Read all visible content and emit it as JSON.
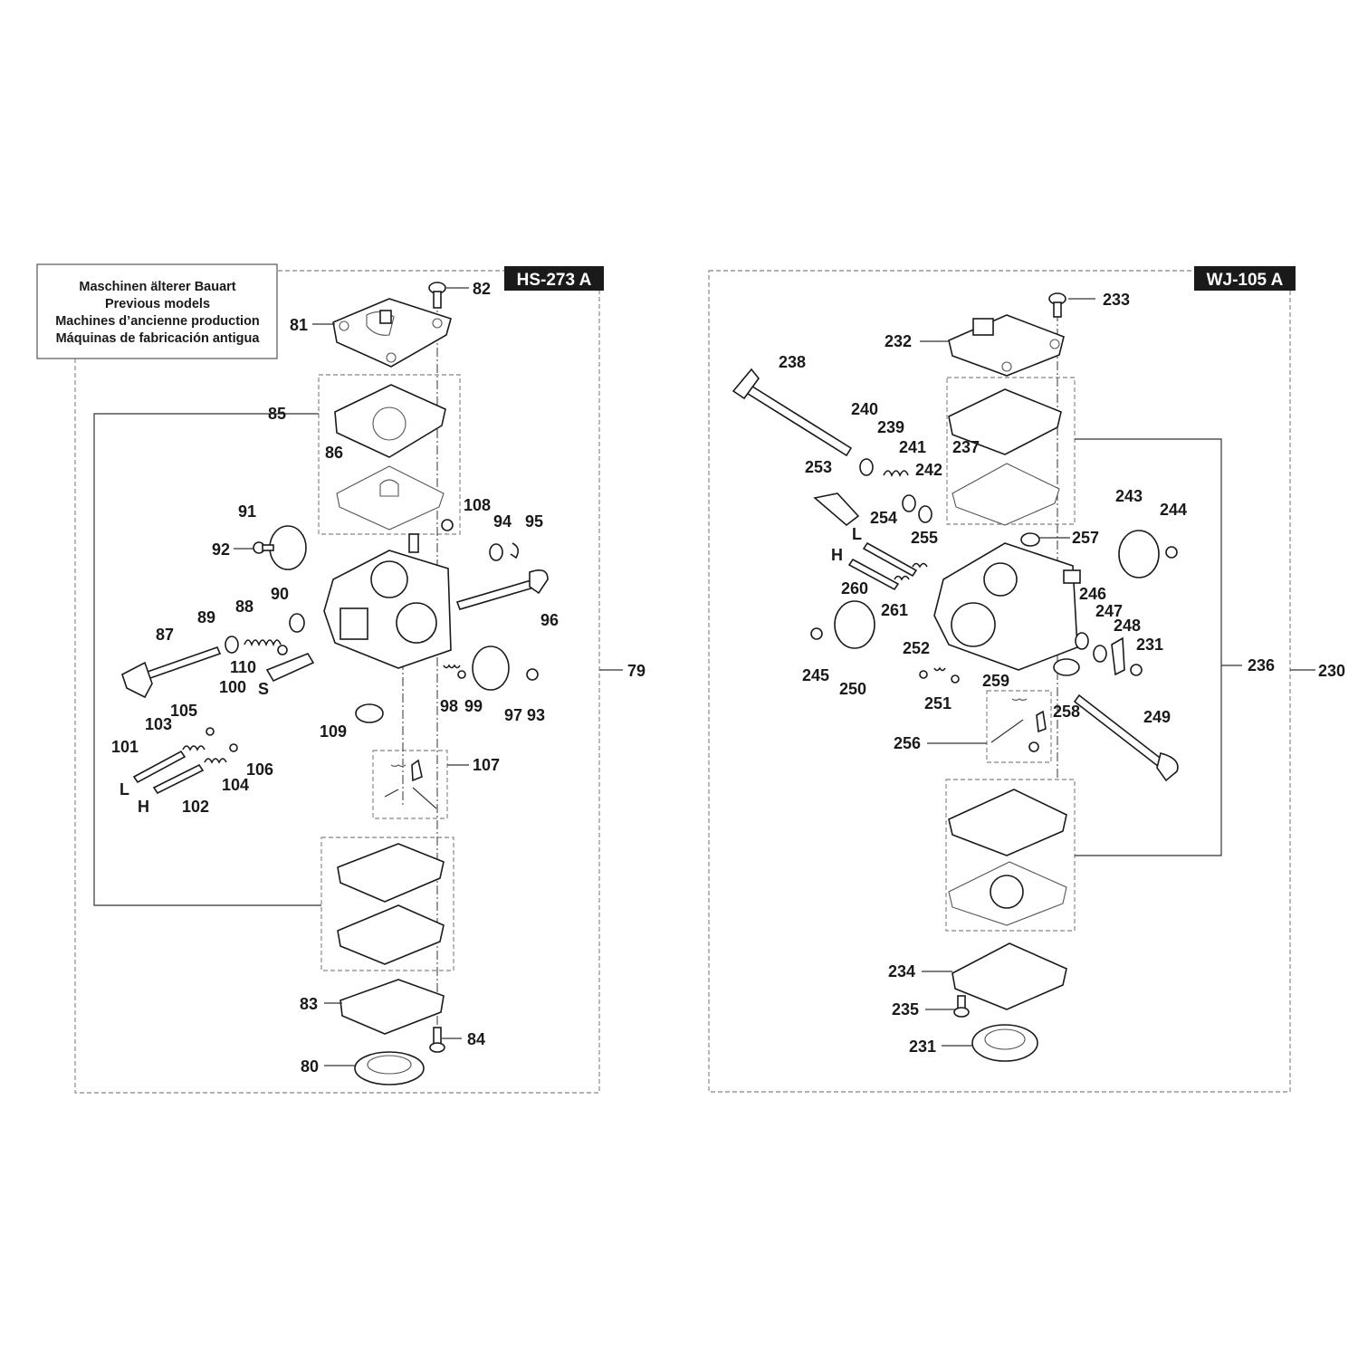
{
  "note": {
    "lines": [
      "Maschinen älterer Bauart",
      "Previous models",
      "Machines d’ancienne production",
      "Máquinas de fabricación antigua"
    ]
  },
  "panels": {
    "left": {
      "tag": "HS-273 A",
      "labels": {
        "p79": "79",
        "p80": "80",
        "p81": "81",
        "p82": "82",
        "p83": "83",
        "p84": "84",
        "p85": "85",
        "p86": "86",
        "p87": "87",
        "p88": "88",
        "p89": "89",
        "p90": "90",
        "p91": "91",
        "p92": "92",
        "p93": "93",
        "p94": "94",
        "p95": "95",
        "p96": "96",
        "p97": "97",
        "p98": "98",
        "p99": "99",
        "p100": "100",
        "p101": "101",
        "p102": "102",
        "p103": "103",
        "p104": "104",
        "p105": "105",
        "p106": "106",
        "p107": "107",
        "p108": "108",
        "p109": "109",
        "p110": "110",
        "S": "S",
        "L": "L",
        "H": "H"
      }
    },
    "right": {
      "tag": "WJ-105 A",
      "labels": {
        "p230": "230",
        "p231a": "231",
        "p231b": "231",
        "p232": "232",
        "p233": "233",
        "p234": "234",
        "p235": "235",
        "p236": "236",
        "p237": "237",
        "p238": "238",
        "p239": "239",
        "p240": "240",
        "p241": "241",
        "p242": "242",
        "p243": "243",
        "p244": "244",
        "p245": "245",
        "p246": "246",
        "p247": "247",
        "p248": "248",
        "p249": "249",
        "p250": "250",
        "p251": "251",
        "p252": "252",
        "p253": "253",
        "p254": "254",
        "p255": "255",
        "p256": "256",
        "p257": "257",
        "p258": "258",
        "p259": "259",
        "p260": "260",
        "p261": "261",
        "L": "L",
        "H": "H"
      }
    }
  }
}
